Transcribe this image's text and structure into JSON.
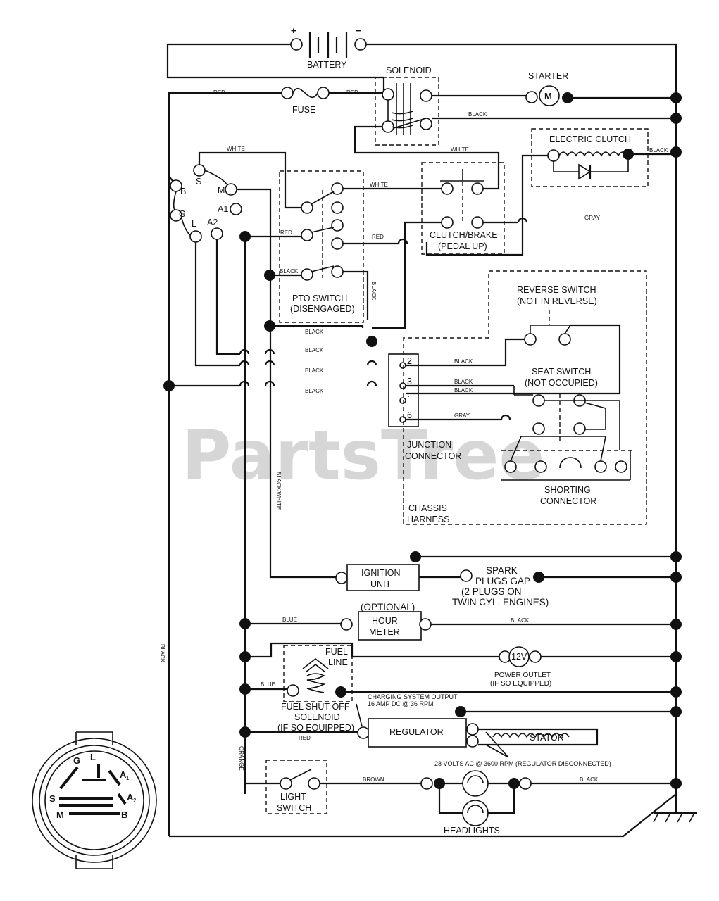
{
  "battery": {
    "label": "BATTERY",
    "plus": "+",
    "minus": "−"
  },
  "solenoid": {
    "label": "SOLENOID"
  },
  "starter": {
    "label": "STARTER",
    "symbol": "M"
  },
  "fuse": {
    "label": "FUSE"
  },
  "electric_clutch": {
    "label": "ELECTRIC CLUTCH"
  },
  "ignition_switch": {
    "pins": [
      "B",
      "S",
      "M",
      "A1",
      "A2",
      "L",
      "G"
    ]
  },
  "pto_switch": {
    "line1": "PTO SWITCH",
    "line2": "(DISENGAGED)"
  },
  "clutch_brake": {
    "line1": "CLUTCH/BRAKE",
    "line2": "(PEDAL UP)"
  },
  "reverse_switch": {
    "line1": "REVERSE SWITCH",
    "line2": "(NOT IN REVERSE)"
  },
  "seat_switch": {
    "line1": "SEAT SWITCH",
    "line2": "(NOT OCCUPIED)"
  },
  "junction": {
    "line1": "JUNCTION",
    "line2": "CONNECTOR",
    "pins": [
      "2",
      "3",
      "·",
      "6"
    ]
  },
  "shorting": {
    "line1": "SHORTING",
    "line2": "CONNECTOR"
  },
  "chassis": {
    "line1": "CHASSIS",
    "line2": "HARNESS"
  },
  "ignition_unit": {
    "line1": "IGNITION",
    "line2": "UNIT"
  },
  "spark": {
    "line1": "SPARK",
    "line2": "PLUGS GAP",
    "line3": "(2 PLUGS ON",
    "line4": "TWIN CYL. ENGINES)"
  },
  "hour_meter": {
    "optional": "(OPTIONAL)",
    "line1": "HOUR",
    "line2": "METER"
  },
  "fuel_line": {
    "line1": "FUEL",
    "line2": "LINE"
  },
  "power_outlet": {
    "symbol": "12V",
    "line1": "POWER OUTLET",
    "line2": "(IF SO EQUIPPED)"
  },
  "fuel_solenoid": {
    "line1": "FUEL SHUT-OFF",
    "line2": "SOLENOID",
    "line3": "(IF SO EQUIPPED)"
  },
  "charging": {
    "line1": "CHARGING SYSTEM OUTPUT",
    "line2": "16 AMP DC @ 36 RPM"
  },
  "regulator": {
    "label": "REGULATOR"
  },
  "stator": {
    "label": "STATOR"
  },
  "stator_note": "28 VOLTS AC @ 3600 RPM (REGULATOR DISCONNECTED)",
  "light_switch": {
    "line1": "LIGHT",
    "line2": "SWITCH"
  },
  "headlights": {
    "label": "HEADLIGHTS"
  },
  "wires": {
    "red": "RED",
    "black": "BLACK",
    "white": "WHITE",
    "gray": "GRAY",
    "blue": "BLUE",
    "brown": "BROWN",
    "orange": "ORANGE",
    "black_white": "BLACK/WHITE"
  },
  "watermark": "PartsTree",
  "inset_pins": {
    "g": "G",
    "l": "L",
    "a1": "A",
    "a1_sub": "1",
    "s": "S",
    "a2": "A",
    "a2_sub": "2",
    "m": "M",
    "b": "B"
  }
}
